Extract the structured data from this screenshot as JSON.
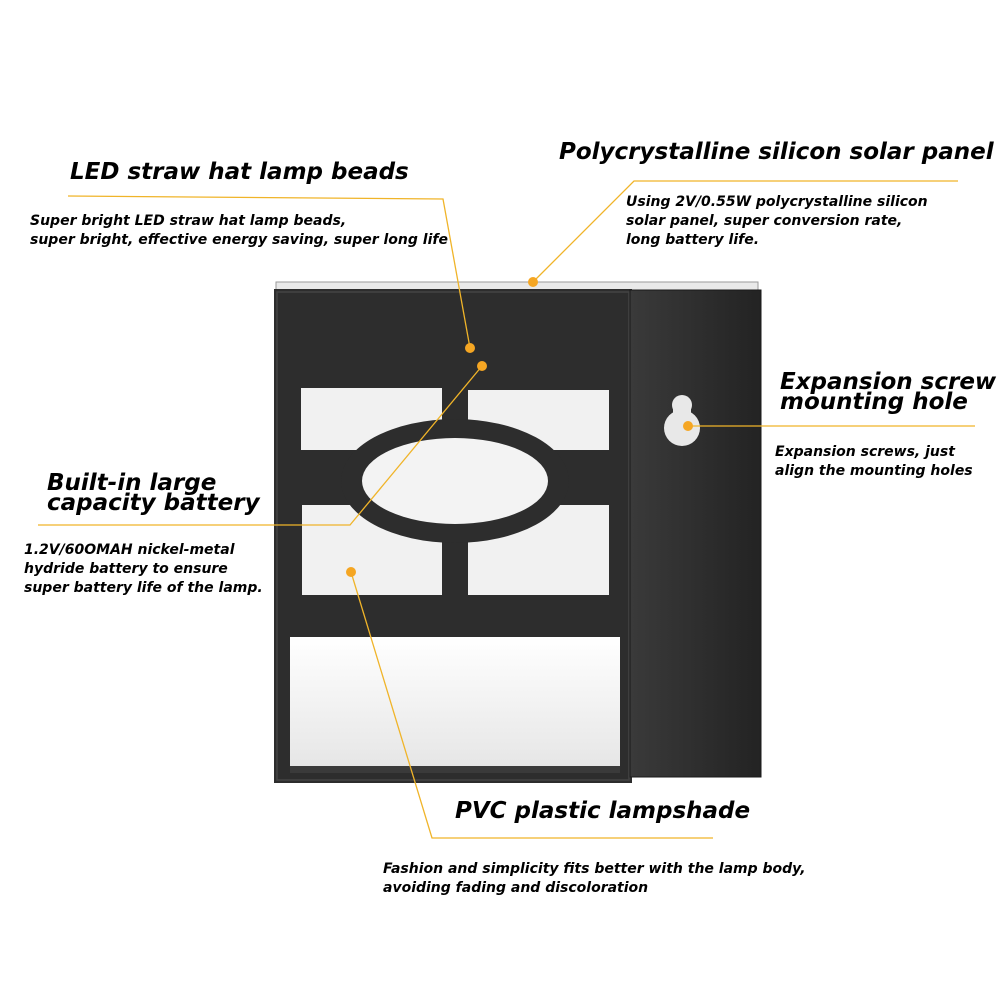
{
  "callouts": {
    "led_beads": {
      "title": "LED straw hat lamp beads",
      "desc": [
        "Super bright LED straw hat lamp beads,",
        "super bright, effective energy saving, super long life"
      ]
    },
    "solar_panel": {
      "title": "Polycrystalline silicon solar panel",
      "desc": [
        "Using 2V/0.55W polycrystalline silicon",
        "solar panel, super conversion rate,",
        "long battery life."
      ]
    },
    "mounting_hole": {
      "title": [
        "Expansion screw",
        "mounting hole"
      ],
      "desc": [
        "Expansion screws, just",
        "align the mounting holes"
      ]
    },
    "battery": {
      "title": [
        "Built-in large",
        "capacity battery"
      ],
      "desc": [
        "1.2V/60OMAH nickel-metal",
        "hydride battery to ensure",
        "super battery life of the lamp."
      ]
    },
    "lampshade": {
      "title": "PVC plastic lampshade",
      "desc": [
        "Fashion and simplicity fits better with the lamp body,",
        "avoiding fading and discoloration"
      ]
    }
  },
  "colors": {
    "leader_line": "#f0b429",
    "dot": "#f5a623",
    "lamp_body": "#2b2b2b",
    "panel_white": "#f2f2f2",
    "text": "#000000"
  }
}
